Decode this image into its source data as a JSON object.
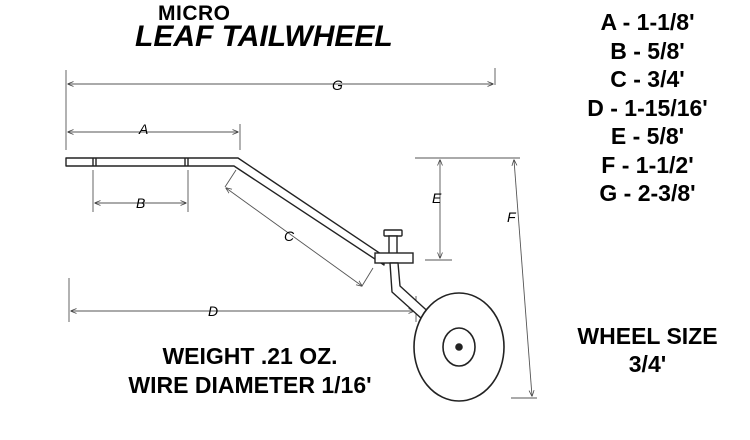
{
  "title": {
    "line1": "MICRO",
    "line2": "LEAF TAILWHEEL"
  },
  "dimensions": [
    {
      "letter": "A",
      "text": "A - 1-1/8'"
    },
    {
      "letter": "B",
      "text": "B - 5/8'"
    },
    {
      "letter": "C",
      "text": "C - 3/4'"
    },
    {
      "letter": "D",
      "text": "D - 1-15/16'"
    },
    {
      "letter": "E",
      "text": "E - 5/8'"
    },
    {
      "letter": "F",
      "text": "F - 1-1/2'"
    },
    {
      "letter": "G",
      "text": "G - 2-3/8'"
    }
  ],
  "weight": {
    "line1": "WEIGHT .21 OZ.",
    "line2": "WIRE DIAMETER 1/16'"
  },
  "wheel_size": {
    "label": "WHEEL SIZE",
    "value": "3/4'"
  },
  "diagram_labels": {
    "A": "A",
    "B": "B",
    "C": "C",
    "D": "D",
    "E": "E",
    "F": "F",
    "G": "G"
  }
}
